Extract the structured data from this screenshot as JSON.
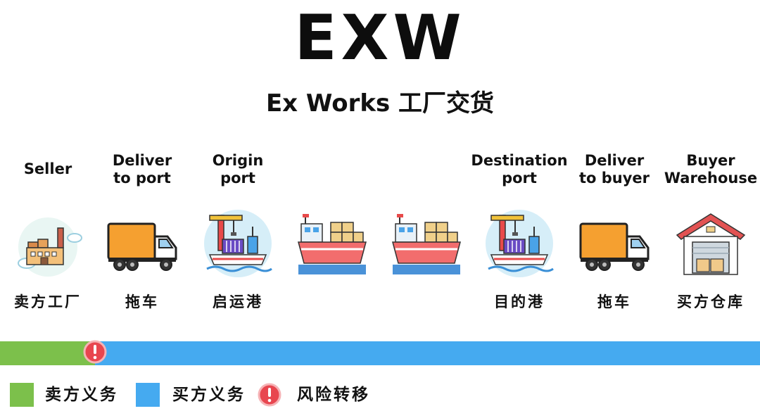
{
  "header": {
    "title": "EXW",
    "subtitle": "Ex Works 工厂交货"
  },
  "stages": [
    {
      "label": "Seller",
      "cn": "卖方工厂",
      "icon": "factory-icon"
    },
    {
      "label": "Deliver\nto port",
      "cn": "拖车",
      "icon": "truck-icon"
    },
    {
      "label": "Origin\nport",
      "cn": "启运港",
      "icon": "port-crane-icon"
    },
    {
      "label": "",
      "cn": "",
      "icon": "cargo-ship-icon"
    },
    {
      "label": "",
      "cn": "",
      "icon": "cargo-ship-icon"
    },
    {
      "label": "Destination\nport",
      "cn": "目的港",
      "icon": "port-crane-icon"
    },
    {
      "label": "Deliver\nto buyer",
      "cn": "拖车",
      "icon": "truck-icon"
    },
    {
      "label": "Buyer\nWarehouse",
      "cn": "买方仓库",
      "icon": "warehouse-icon"
    }
  ],
  "obligation_bar": {
    "seller_color": "#7cc04b",
    "buyer_color": "#45aaf0",
    "risk_color": "#e8464f",
    "seller_share_percent": 12.5
  },
  "legend": {
    "seller_label": "卖方义务",
    "buyer_label": "买方义务",
    "risk_label": "风险转移"
  }
}
